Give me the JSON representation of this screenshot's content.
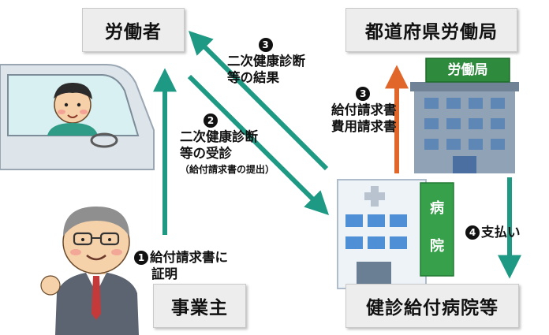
{
  "nodes": {
    "worker": "労働者",
    "labor_bureau": "都道府県労働局",
    "employer": "事業主",
    "clinic": "健診給付病院等"
  },
  "building_signs": {
    "bureau_sign": "労働局",
    "hospital_sign_1": "病",
    "hospital_sign_2": "院"
  },
  "steps": {
    "step1": {
      "num": "1",
      "line1": "給付請求書に",
      "line2": "証明"
    },
    "step2": {
      "num": "2",
      "line1": "二次健康診断",
      "line2": "等の受診",
      "note": "（給付請求書の提出）"
    },
    "step3a": {
      "num": "3",
      "line1": "二次健康診断",
      "line2": "等の結果"
    },
    "step3b": {
      "num": "3",
      "line1": "給付請求書",
      "line2": "費用請求書"
    },
    "step4": {
      "num": "4",
      "line1": "支払い"
    }
  },
  "colors": {
    "teal_arrow": "#1e9a84",
    "orange_arrow": "#e0662a",
    "box_fill": "#ededed",
    "bureau_sign": "#2e8b3d",
    "hospital_sign": "#37a04a"
  }
}
